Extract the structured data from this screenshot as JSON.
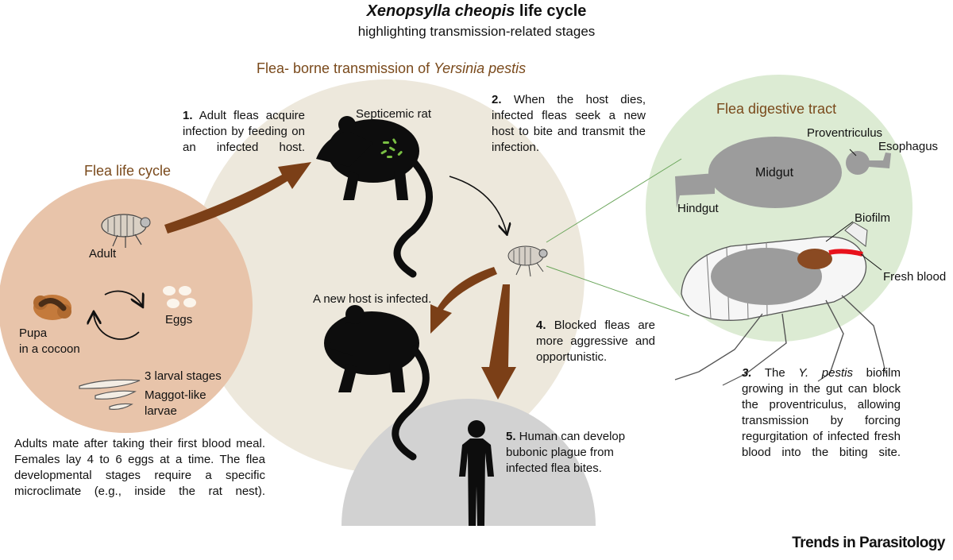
{
  "title": {
    "main_italic": "Xenopsylla cheopis",
    "main_rest": " life cycle",
    "subtitle": "highlighting transmission-related stages"
  },
  "sections": {
    "transmission": {
      "prefix": "Flea- borne transmission of ",
      "italic": "Yersinia pestis"
    },
    "life_cycle": "Flea life cycle",
    "digestive": "Flea digestive tract"
  },
  "life_cycle": {
    "adult": "Adult",
    "eggs": "Eggs",
    "pupa_line1": "Pupa",
    "pupa_line2": "in a cocoon",
    "larval_stages": "3 larval stages",
    "maggot_line1": "Maggot-like",
    "maggot_line2": "larvae",
    "caption": "Adults mate after taking their first blood meal. Females lay 4 to 6 eggs at a time. The flea developmental stages require a specific microclimate (e.g., inside the rat nest)."
  },
  "transmission_steps": {
    "step1_num": "1.",
    "step1_text": " Adult fleas acquire infection by feeding on an infected host.",
    "septicemic": "Septicemic rat",
    "step2_num": "2.",
    "step2_text": " When the host dies, infected fleas seek a new host to bite and transmit the infection.",
    "new_host": "A new host is infected.",
    "step4_num": "4.",
    "step4_text": " Blocked fleas are more aggressive and opportunistic.",
    "step5_num": "5.",
    "step5_text": " Human can develop bubonic plague from infected flea bites."
  },
  "digestive_tract": {
    "proventriculus": "Proventriculus",
    "esophagus": "Esophagus",
    "midgut": "Midgut",
    "hindgut": "Hindgut",
    "biofilm": "Biofilm",
    "fresh_blood": "Fresh blood",
    "step3_num": "3.",
    "step3_the": " The ",
    "step3_italic": "Y. pestis",
    "step3_rest": " biofilm growing in the gut can block the proventriculus, allowing transmission by forcing regurgitation of infected fresh blood into the biting site."
  },
  "brand": "Trends in Parasitology",
  "colors": {
    "flea_lifecycle_circle": "#e8c4aa",
    "transmission_circle": "#ede8dc",
    "human_dome": "#d2d2d2",
    "digestive_circle": "#dcebd3",
    "arrow_brown": "#7b3f17",
    "heading_brown": "#7a4a1c",
    "gut_gray": "#9c9c9c",
    "biofilm_brown": "#8a4a22",
    "fresh_blood_red": "#e8121c",
    "bacteria_green": "#7ac043"
  }
}
